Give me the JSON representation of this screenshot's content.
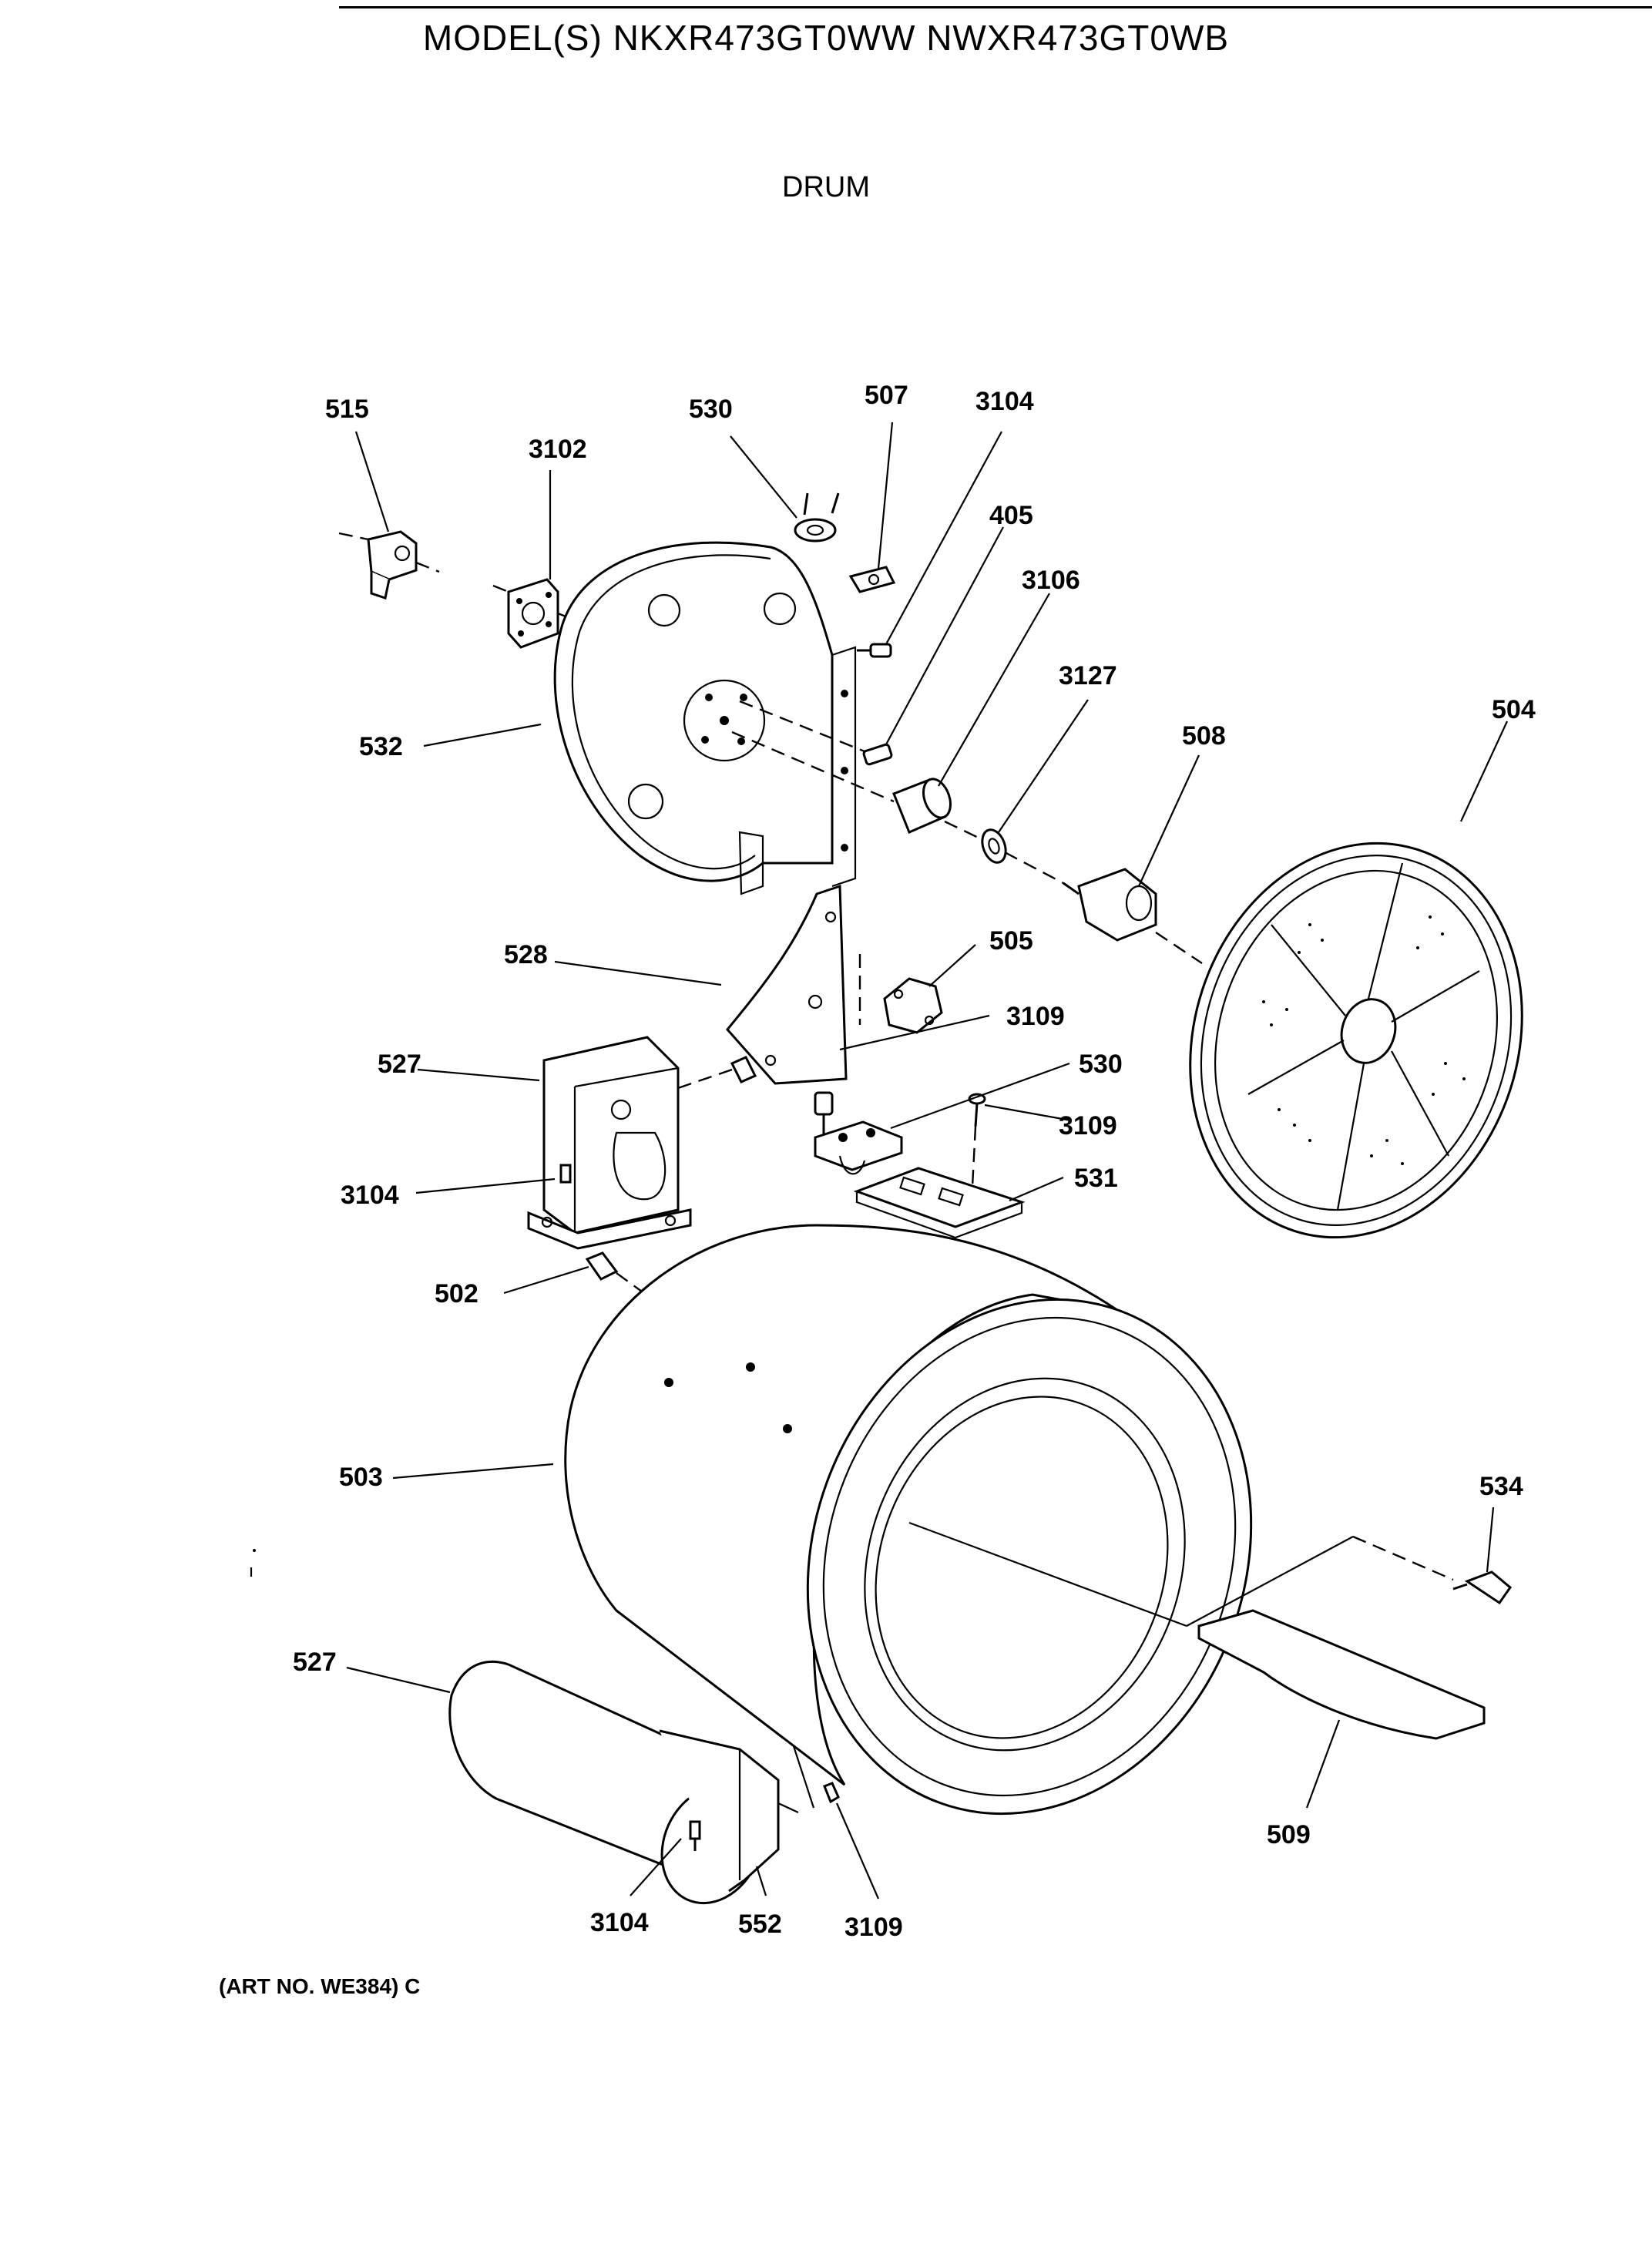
{
  "header": {
    "model_title": "MODEL(S) NKXR473GT0WW  NWXR473GT0WB",
    "section_title": "DRUM"
  },
  "callouts": {
    "c515": "515",
    "c3102": "3102",
    "c530_top": "530",
    "c507": "507",
    "c3104_top": "3104",
    "c405": "405",
    "c3106": "3106",
    "c3127": "3127",
    "c508": "508",
    "c504": "504",
    "c532": "532",
    "c528": "528",
    "c505": "505",
    "c3109_mid": "3109",
    "c527_top": "527",
    "c530_mid": "530",
    "c3109_right": "3109",
    "c3104_left": "3104",
    "c531": "531",
    "c502": "502",
    "c503": "503",
    "c534": "534",
    "c527_bottom": "527",
    "c509": "509",
    "c3104_bottom": "3104",
    "c552": "552",
    "c3109_bottom": "3109"
  },
  "footer": {
    "art_no": "(ART NO. WE384) C"
  }
}
